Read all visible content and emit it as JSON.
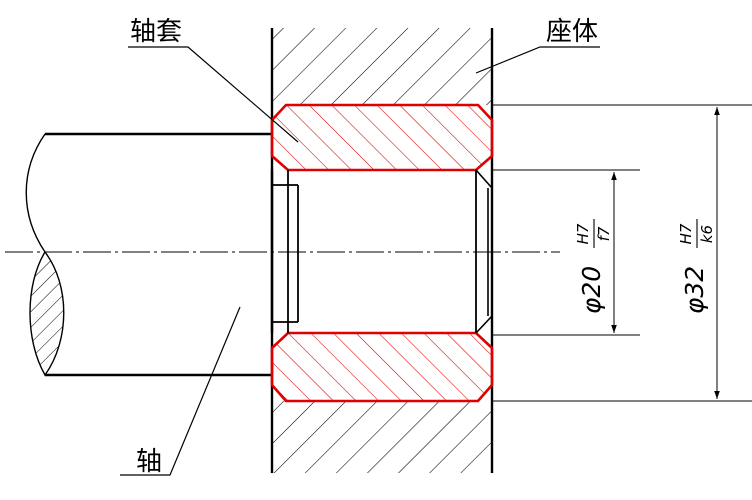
{
  "labels": {
    "bushing": "轴套",
    "housing": "座体",
    "shaft": "轴"
  },
  "dimensions": {
    "inner": {
      "prefix": "φ20",
      "upper": "H7",
      "lower": "f7"
    },
    "outer": {
      "prefix": "φ32",
      "upper": "H7",
      "lower": "k6"
    }
  },
  "colors": {
    "bushing_outline": "#e00000",
    "line": "#000000",
    "background": "#ffffff"
  }
}
